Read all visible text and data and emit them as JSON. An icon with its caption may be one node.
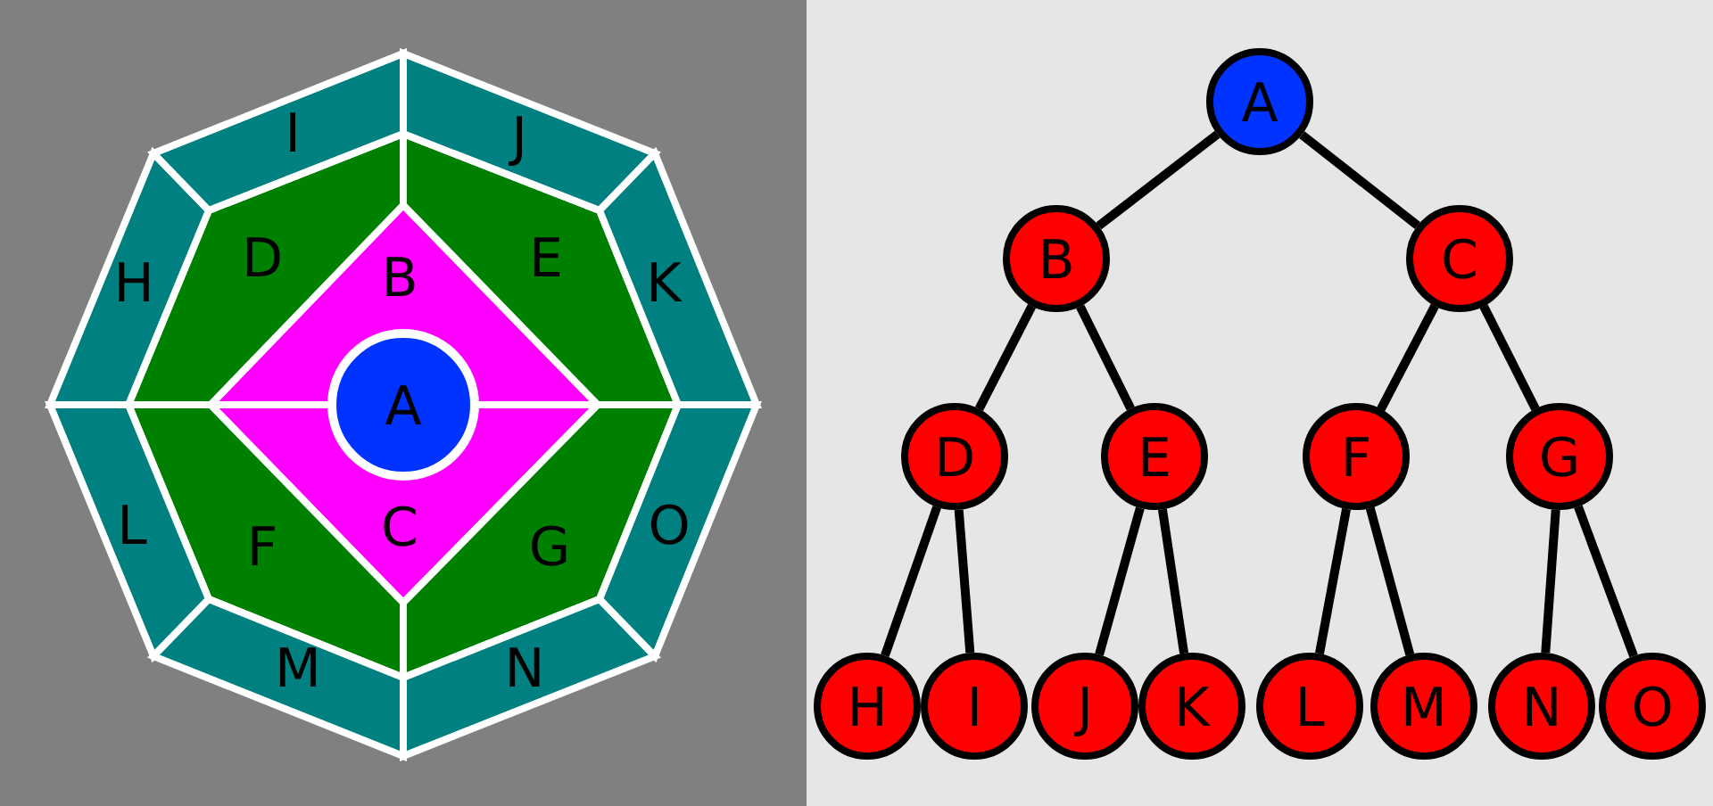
{
  "diagram": {
    "nodes": [
      {
        "text": [
          "A"
        ]
      },
      {
        "text": [
          "B"
        ]
      },
      {
        "text": [
          "C"
        ]
      },
      {
        "text": [
          "D"
        ]
      },
      {
        "text": [
          "E"
        ]
      },
      {
        "text": [
          "F"
        ]
      },
      {
        "text": [
          "G"
        ]
      },
      {
        "text": [
          "H"
        ]
      },
      {
        "text": [
          "I"
        ]
      },
      {
        "text": [
          "J"
        ]
      },
      {
        "text": [
          "K"
        ]
      },
      {
        "text": [
          "L"
        ]
      },
      {
        "text": [
          "M"
        ]
      },
      {
        "text": [
          "N"
        ]
      },
      {
        "text": [
          "O"
        ]
      },
      {
        "text": [
          "A"
        ]
      },
      {
        "text": [
          "B"
        ]
      },
      {
        "text": [
          "C"
        ]
      },
      {
        "text": [
          "D"
        ]
      },
      {
        "text": [
          "E"
        ]
      },
      {
        "text": [
          "F"
        ]
      },
      {
        "text": [
          "G"
        ]
      },
      {
        "text": [
          "H"
        ]
      },
      {
        "text": [
          "I"
        ]
      },
      {
        "text": [
          "J"
        ]
      },
      {
        "text": [
          "K"
        ]
      },
      {
        "text": [
          "L"
        ]
      },
      {
        "text": [
          "M"
        ]
      },
      {
        "text": [
          "N"
        ]
      },
      {
        "text": [
          "O"
        ]
      }
    ],
    "edges": [
      {
        "from": 15,
        "to": 16,
        "arrow": "none"
      },
      {
        "from": 15,
        "to": 17,
        "arrow": "none"
      },
      {
        "from": 16,
        "to": 18,
        "arrow": "none"
      },
      {
        "from": 16,
        "to": 19,
        "arrow": "none"
      },
      {
        "from": 17,
        "to": 20,
        "arrow": "none"
      },
      {
        "from": 17,
        "to": 21,
        "arrow": "none"
      },
      {
        "from": 18,
        "to": 22,
        "arrow": "none"
      },
      {
        "from": 18,
        "to": 23,
        "arrow": "none"
      },
      {
        "from": 19,
        "to": 24,
        "arrow": "none"
      },
      {
        "from": 19,
        "to": 25,
        "arrow": "none"
      },
      {
        "from": 20,
        "to": 26,
        "arrow": "none"
      },
      {
        "from": 20,
        "to": 27,
        "arrow": "none"
      },
      {
        "from": 21,
        "to": 28,
        "arrow": "none"
      },
      {
        "from": 21,
        "to": 29,
        "arrow": "none"
      }
    ]
  }
}
